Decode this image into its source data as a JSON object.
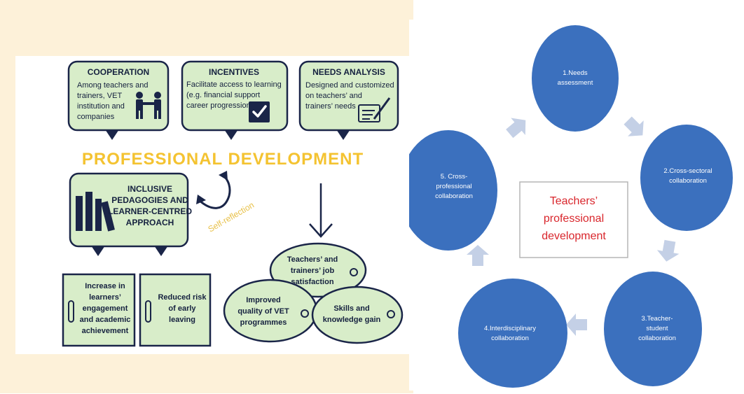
{
  "left_diagram": {
    "boxes": {
      "cooperation": {
        "heading": "COOPERATION",
        "lines": [
          "Among teachers and",
          "trainers, VET",
          "institution and",
          "companies"
        ]
      },
      "incentives": {
        "heading": "INCENTIVES",
        "lines": [
          "Facilitate access to learning",
          "(e.g. financial support",
          "career progression)"
        ]
      },
      "needs": {
        "heading": "NEEDS ANALYSIS",
        "lines": [
          "Designed and customized",
          "on teachers’ and",
          "trainers’ needs"
        ]
      },
      "inclusive": {
        "lines": [
          "INCLUSIVE",
          "PEDAGOGIES AND",
          "LEARNER-CENTRED",
          "APPROACH"
        ]
      },
      "engagement": {
        "lines": [
          "Increase in",
          "learners’",
          "engagement",
          "and academic",
          "achievement"
        ]
      },
      "early_leaving": {
        "lines": [
          "Reduced risk",
          "of early",
          "leaving"
        ]
      }
    },
    "title": "PROFESSIONAL DEVELOPMENT",
    "self_reflection": "Self-reflection",
    "outcomes": {
      "satisfaction": [
        "Teachers’ and",
        "trainers’ job",
        "satisfaction"
      ],
      "quality": [
        "Improved",
        "quality of VET",
        "programmes"
      ],
      "skills": [
        "Skills and",
        "knowledge gain"
      ]
    },
    "colors": {
      "navy": "#1a2548",
      "box_fill": "#d8edc9",
      "title": "#f4c331",
      "reflection": "#e8c14a"
    }
  },
  "right_diagram": {
    "center_label": [
      "Teachers’",
      "professional",
      "development"
    ],
    "steps": [
      [
        "1.Needs",
        "assessment"
      ],
      [
        "2.Cross-sectoral",
        "collaboration"
      ],
      [
        "3.Teacher-",
        "student",
        "collaboration"
      ],
      [
        "4.Interdisciplinary",
        "collaboration"
      ],
      [
        "5. Cross-",
        "professional",
        "collaboration"
      ]
    ],
    "colors": {
      "circle": "#3b70be",
      "arrow": "#c4d0e6",
      "center_text": "#d9262c"
    }
  }
}
